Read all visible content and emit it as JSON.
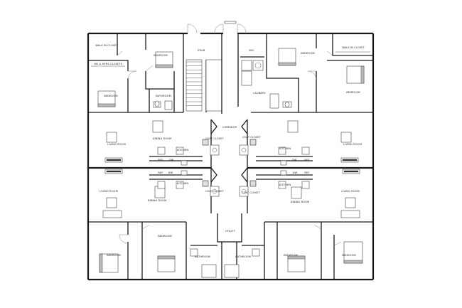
{
  "rooms": {
    "walk_in_closet_left": "WALK IN CLOSET",
    "his_hers_closets": "HIS & HERS CLOSETS",
    "bedroom_tl_small": "BEDROOM",
    "bedroom_tl_main": "BEDROOM",
    "stair": "STAIR",
    "wic_center": "WIC",
    "bathroom_tl": "BATHROOM",
    "laundry": "LAUNDRY",
    "bedroom_tr_main": "BEDROOM",
    "walk_in_closet_right": "WALK IN CLOSET",
    "bedroom_tr_small": "BEDROOM",
    "corridor": "CORRIDOR",
    "living_room_tl": "LIVING ROOM",
    "dining_room_tl": "DINING ROOM",
    "coat_closet_tl": "COAT CLOSET",
    "coat_closet_tr": "COAT CLOSET",
    "kitchen_tl": "KITCHEN",
    "kitchen_tr": "KITCHEN",
    "living_room_tr": "LIVING ROOM",
    "ref_tl": "REF",
    "dw_tl": "DW",
    "dw_tr": "DW",
    "ref_tr": "REF",
    "ref_bl": "REF",
    "dw_bl": "DW",
    "dw_br": "DW",
    "ref_br": "REF",
    "kitchen_bl": "KITCHEN",
    "kitchen_br": "KITCHEN",
    "living_room_bl": "LIVING ROOM",
    "coat_closet_bl": "COAT CLOSET",
    "coat_closet_br": "COAT CLOSET",
    "living_room_br": "LIVING ROOM",
    "dining_room_bl": "DINING ROOM",
    "dining_room_br": "DINING ROOM",
    "utility": "UTILITY",
    "bedroom_bl_main": "BEDROOM",
    "bedroom_bl_small": "BEDROOM",
    "bathroom_bl": "BATHROOM",
    "bathroom_br": "BATHROOM",
    "bedroom_br_small": "BEDROOM",
    "bedroom_br_main": "BEDROOM"
  }
}
